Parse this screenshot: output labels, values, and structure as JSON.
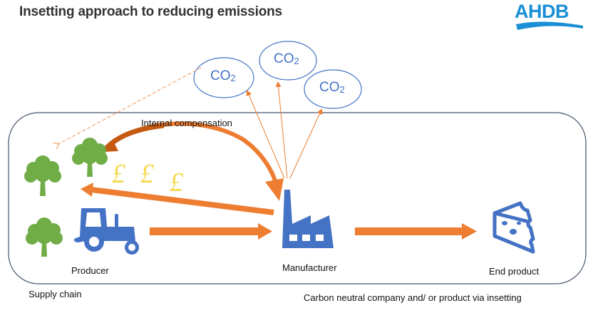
{
  "header": {
    "title": "Insetting approach to reducing emissions",
    "logo_text": "AHDB",
    "logo_color": "#1a8fd6"
  },
  "diagram": {
    "co2_bubbles": [
      {
        "label": "CO",
        "subscript": "2"
      },
      {
        "label": "CO",
        "subscript": "2"
      },
      {
        "label": "CO",
        "subscript": "2"
      }
    ],
    "arrow_labels": {
      "internal_compensation": "Internal compensation"
    },
    "currency_symbols": [
      "£",
      "£",
      "£"
    ],
    "nodes": {
      "producer": "Producer",
      "manufacturer": "Manufacturer",
      "end_product": "End product"
    },
    "footer_labels": {
      "supply_chain": "Supply chain",
      "carbon_neutral": "Carbon neutral company and/ or product via insetting"
    },
    "icons": [
      "tree-icon",
      "tree-icon",
      "tree-icon",
      "tractor-icon",
      "factory-icon",
      "cheese-icon"
    ],
    "colors": {
      "arrow": "#ed7d31",
      "arrow_dark": "#c55a11",
      "icon_blue": "#4472c4",
      "tree_green": "#70ad47",
      "boundary": "#44546a",
      "currency": "#f4d53e"
    }
  }
}
